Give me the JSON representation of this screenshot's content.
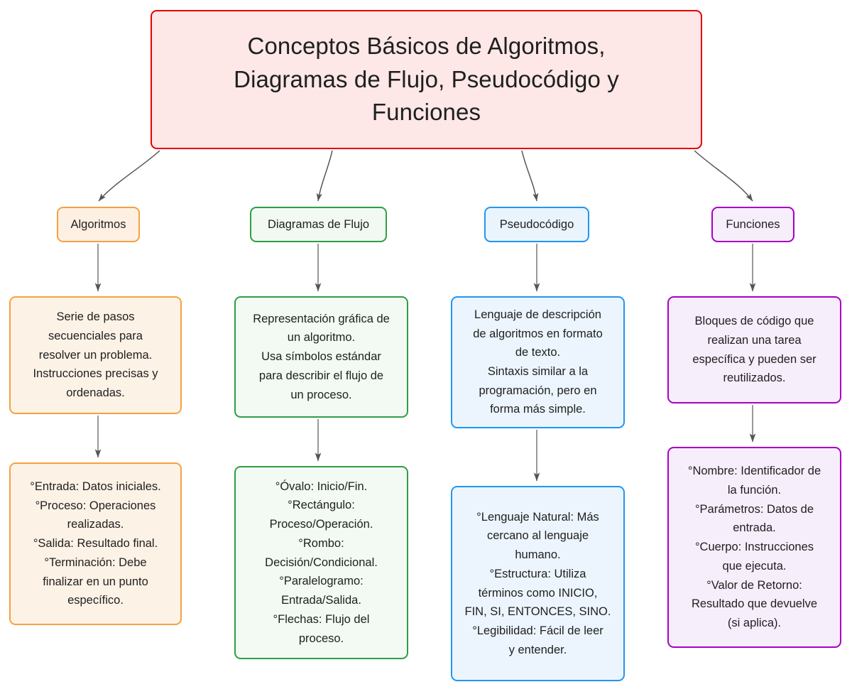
{
  "diagram": {
    "type": "mindmap",
    "root": {
      "label": "Conceptos Básicos de Algoritmos,\nDiagramas de Flujo, Pseudocódigo y\nFunciones",
      "border_color": "#e60000",
      "fill_color": "#fde7e7"
    },
    "edge_color": "#555555",
    "branches": [
      {
        "id": "algoritmos",
        "label": "Algoritmos",
        "border_color": "#f5a142",
        "fill_color": "#fdf0e3",
        "cards": [
          {
            "id": "algoritmos-definicion",
            "text": "Serie de pasos\nsecuenciales para\nresolver un problema.\nInstrucciones precisas y\nordenadas."
          },
          {
            "id": "algoritmos-elementos",
            "text": "°Entrada: Datos iniciales.\n°Proceso: Operaciones\nrealizadas.\n°Salida: Resultado final.\n°Terminación: Debe\nfinalizar en un punto\nespecífico."
          }
        ]
      },
      {
        "id": "diagramas-de-flujo",
        "label": "Diagramas de Flujo",
        "border_color": "#2f9e44",
        "fill_color": "#f1f9f2",
        "cards": [
          {
            "id": "diagramas-definicion",
            "text": "Representación gráfica de\nun algoritmo.\nUsa símbolos estándar\npara describir el flujo de\nun proceso."
          },
          {
            "id": "diagramas-simbolos",
            "text": "°Óvalo: Inicio/Fin.\n°Rectángulo:\nProceso/Operación.\n°Rombo:\nDecisión/Condicional.\n°Paralelogramo:\nEntrada/Salida.\n°Flechas: Flujo del\nproceso."
          }
        ]
      },
      {
        "id": "pseudocodigo",
        "label": "Pseudocódigo",
        "border_color": "#2196f3",
        "fill_color": "#eaf4fd",
        "cards": [
          {
            "id": "pseudocodigo-definicion",
            "text": "Lenguaje de descripción\nde algoritmos en formato\nde texto.\nSintaxis similar a la\nprogramación, pero en\nforma más simple."
          },
          {
            "id": "pseudocodigo-caracteristicas",
            "text": "°Lenguaje Natural: Más\ncercano al lenguaje\nhumano.\n°Estructura: Utiliza\ntérminos como INICIO,\nFIN, SI, ENTONCES, SINO.\n°Legibilidad: Fácil de leer\ny entender."
          }
        ]
      },
      {
        "id": "funciones",
        "label": "Funciones",
        "border_color": "#a800c4",
        "fill_color": "#f7eefb",
        "cards": [
          {
            "id": "funciones-definicion",
            "text": "Bloques de código que\nrealizan una tarea\nespecífica y pueden ser\nreutilizados."
          },
          {
            "id": "funciones-partes",
            "text": "°Nombre: Identificador de\nla función.\n°Parámetros: Datos de\nentrada.\n°Cuerpo: Instrucciones\nque ejecuta.\n°Valor de Retorno:\nResultado que devuelve\n(si aplica)."
          }
        ]
      }
    ]
  }
}
